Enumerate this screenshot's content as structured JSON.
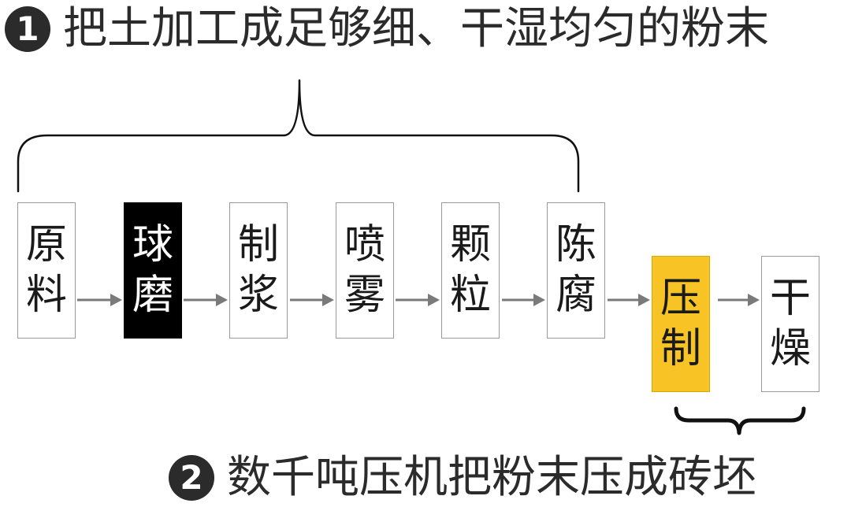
{
  "captions": [
    {
      "number": "1",
      "text": "把土加工成足够细、干湿均匀的粉末"
    },
    {
      "number": "2",
      "text": "数千吨压机把粉末压成砖坯"
    }
  ],
  "steps": [
    {
      "chars": [
        "原",
        "料"
      ],
      "style": "plain"
    },
    {
      "chars": [
        "球",
        "磨"
      ],
      "style": "dark"
    },
    {
      "chars": [
        "制",
        "浆"
      ],
      "style": "plain"
    },
    {
      "chars": [
        "喷",
        "雾"
      ],
      "style": "plain"
    },
    {
      "chars": [
        "颗",
        "粒"
      ],
      "style": "plain"
    },
    {
      "chars": [
        "陈",
        "腐"
      ],
      "style": "plain"
    },
    {
      "chars": [
        "压",
        "制"
      ],
      "style": "highlight"
    },
    {
      "chars": [
        "干",
        "燥"
      ],
      "style": "plain"
    }
  ],
  "colors": {
    "highlight": "#f7c325",
    "dark": "#000000",
    "arrow": "#7a7a7a",
    "text": "#1a1a1a"
  },
  "groups": [
    {
      "caption_index": 0,
      "steps": [
        0,
        1,
        2,
        3,
        4,
        5
      ],
      "bracket": "above"
    },
    {
      "caption_index": 1,
      "steps": [
        6,
        7
      ],
      "bracket": "below"
    }
  ]
}
